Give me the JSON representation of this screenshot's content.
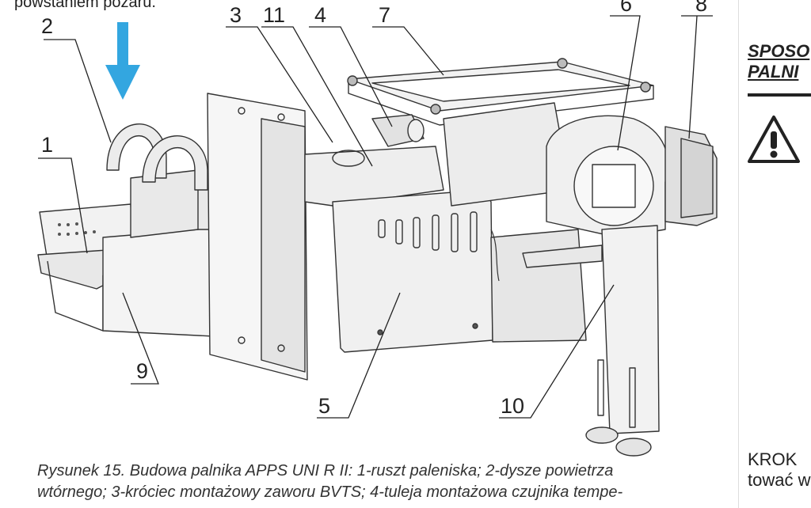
{
  "top_partial_text": "powstaniem pożaru.",
  "callouts": {
    "c1": "1",
    "c2": "2",
    "c3": "3",
    "c4": "4",
    "c5": "5",
    "c6": "6",
    "c7": "7",
    "c8": "8",
    "c9": "9",
    "c10": "10",
    "c11": "11"
  },
  "caption": {
    "line1": "Rysunek 15. Budowa palnika APPS UNI R II: 1-ruszt paleniska; 2-dysze powietrza",
    "line2": "wtórnego; 3-króciec montażowy zaworu BVTS; 4-tuleja montażowa czujnika tempe-"
  },
  "right_column": {
    "heading_line1": "SPOSO",
    "heading_line2": "PALNI",
    "krok_line1": "KROK",
    "krok_line2": "tować w"
  },
  "colors": {
    "arrow": "#33a6e0",
    "ink": "#222222",
    "fill_light": "#f2f2f2",
    "fill_mid": "#dcdcdc"
  },
  "icons": {
    "arrow": "down-arrow-icon",
    "warning": "warning-triangle-icon"
  }
}
